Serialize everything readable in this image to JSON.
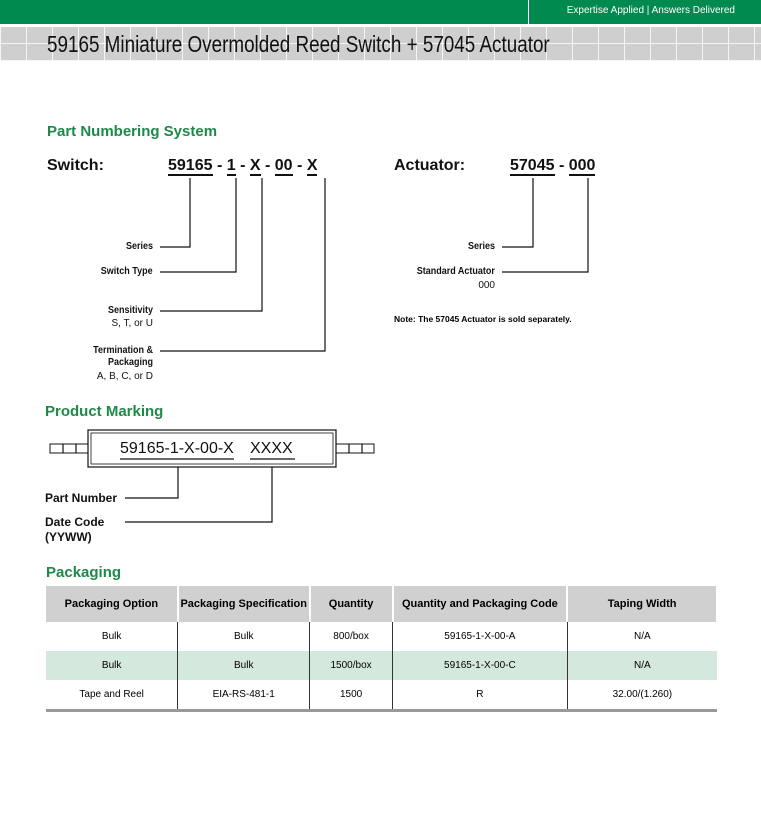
{
  "header": {
    "tagline": "Expertise Applied | Answers Delivered",
    "title": "59165 Miniature Overmolded Reed Switch + 57045 Actuator",
    "brand_color": "#008a50"
  },
  "numbering": {
    "heading": "Part Numbering System",
    "switch": {
      "label": "Switch:",
      "parts": [
        "59165",
        "1",
        "X",
        "00",
        "X"
      ],
      "sep": "-",
      "fields": [
        {
          "name": "Series"
        },
        {
          "name": "Switch Type"
        },
        {
          "name": "Sensitivity",
          "options": "S, T, or U"
        },
        {
          "name": "Termination & Packaging",
          "options": "A, B, C, or D"
        }
      ]
    },
    "actuator": {
      "label": "Actuator:",
      "parts": [
        "57045",
        "000"
      ],
      "sep": "-",
      "fields": [
        {
          "name": "Series"
        },
        {
          "name": "Standard Actuator",
          "options": "000"
        }
      ],
      "note": "Note: The 57045 Actuator is sold separately."
    }
  },
  "marking": {
    "heading": "Product Marking",
    "part": "59165-1-X-00-X",
    "date": "XXXX",
    "part_label": "Part Number",
    "date_label": "Date Code",
    "date_format": "(YYWW)"
  },
  "packaging": {
    "heading": "Packaging",
    "columns": [
      "Packaging Option",
      "Packaging Specification",
      "Quantity",
      "Quantity and Packaging Code",
      "Taping Width"
    ],
    "rows": [
      [
        "Bulk",
        "Bulk",
        "800/box",
        "59165-1-X-00-A",
        "N/A"
      ],
      [
        "Bulk",
        "Bulk",
        "1500/box",
        "59165-1-X-00-C",
        "N/A"
      ],
      [
        "Tape and Reel",
        "EIA-RS-481-1",
        "1500",
        "R",
        "32.00/(1.260)"
      ]
    ]
  }
}
